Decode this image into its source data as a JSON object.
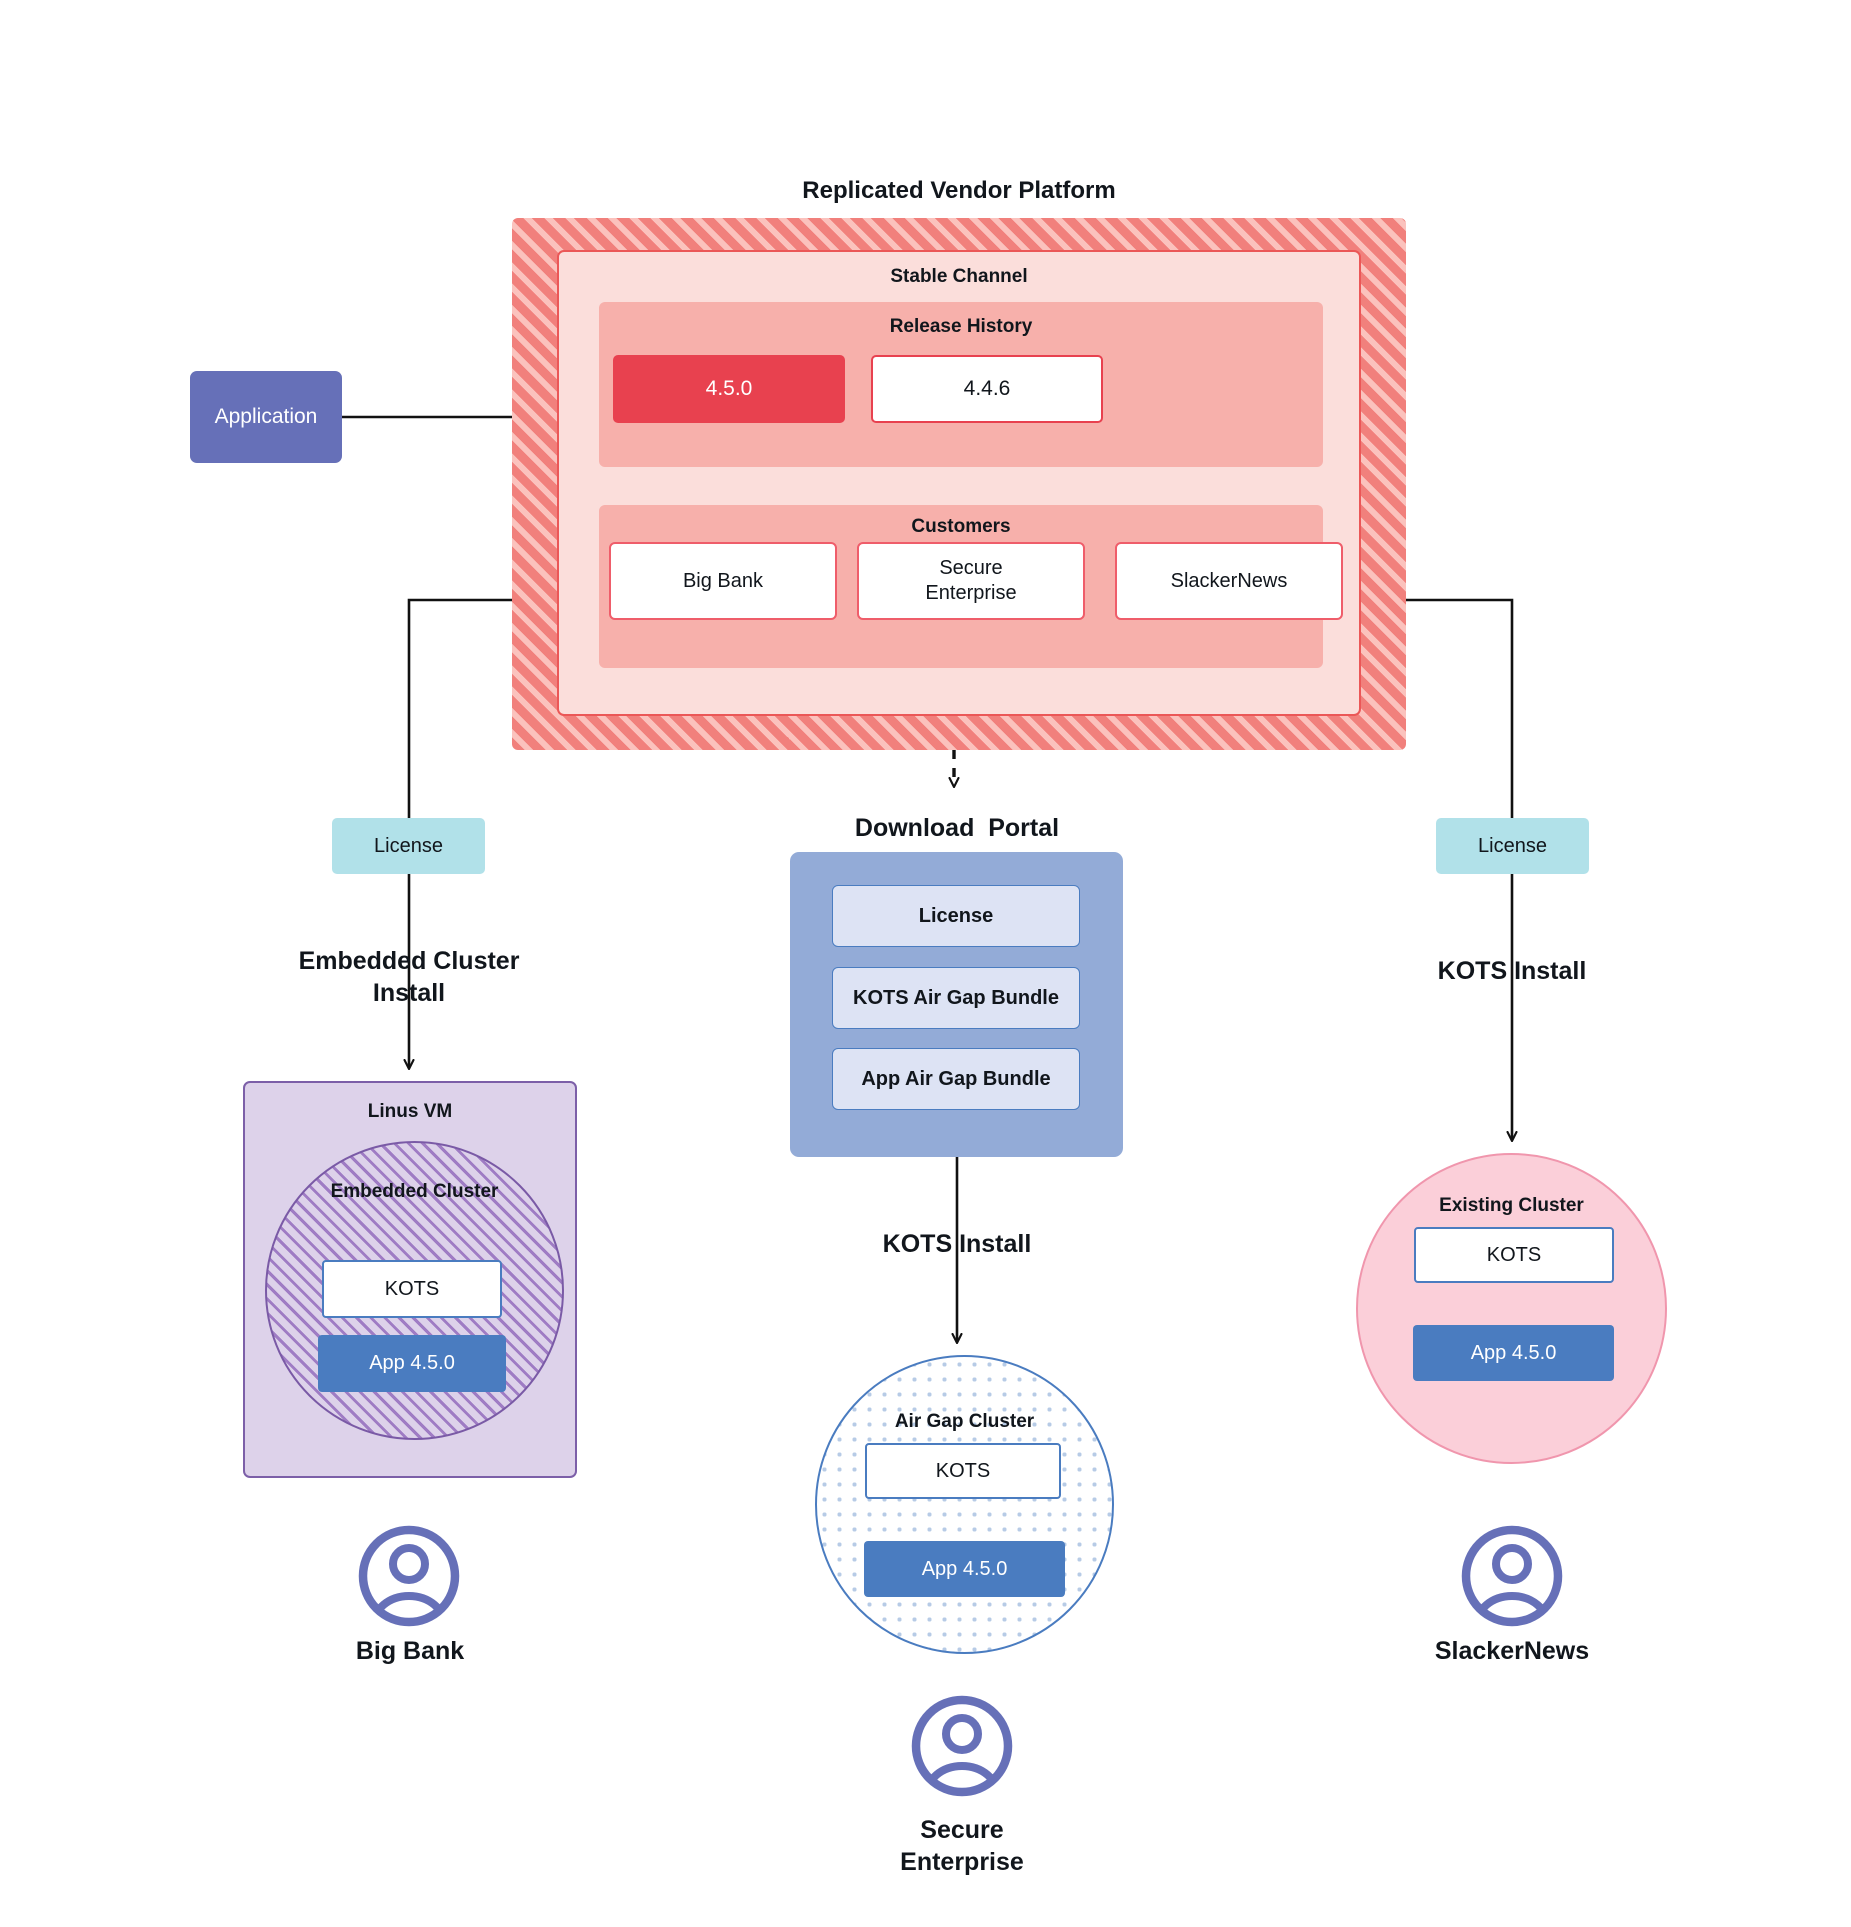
{
  "diagram": {
    "title": "Replicated Vendor Platform"
  },
  "application": {
    "label": "Application"
  },
  "vendor_platform": {
    "stable_channel": {
      "label": "Stable Channel",
      "release_history": {
        "label": "Release History",
        "releases": [
          {
            "version": "4.5.0",
            "state": "active"
          },
          {
            "version": "4.4.6",
            "state": "previous"
          }
        ]
      },
      "customers": {
        "label": "Customers",
        "items": [
          {
            "name": "Big Bank"
          },
          {
            "name": "Secure\nEnterprise"
          },
          {
            "name": "SlackerNews"
          }
        ]
      }
    }
  },
  "left_branch": {
    "license_label": "License",
    "install_label": "Embedded Cluster\nInstall",
    "vm": {
      "label": "Linus VM",
      "cluster_label": "Embedded Cluster",
      "kots_label": "KOTS",
      "app_label": "App 4.5.0"
    },
    "customer_label": "Big Bank",
    "avatar_icon": "user-avatar-icon"
  },
  "center_branch": {
    "portal_label": "Download  Portal",
    "portal_items": [
      {
        "label": "License"
      },
      {
        "label": "KOTS Air Gap Bundle"
      },
      {
        "label": "App Air Gap Bundle"
      }
    ],
    "install_label": "KOTS Install",
    "cluster": {
      "label": "Air Gap Cluster",
      "kots_label": "KOTS",
      "app_label": "App 4.5.0"
    },
    "customer_label": "Secure\nEnterprise",
    "avatar_icon": "user-avatar-icon"
  },
  "right_branch": {
    "license_label": "License",
    "install_label": "KOTS Install",
    "cluster": {
      "label": "Existing Cluster",
      "kots_label": "KOTS",
      "app_label": "App 4.5.0"
    },
    "customer_label": "SlackerNews",
    "avatar_icon": "user-avatar-icon"
  },
  "colors": {
    "platform_hatch": "#f1807c",
    "channel_bg": "#fbdedb",
    "panel_bg": "#f7b0ab",
    "release_active": "#e8414f",
    "application": "#6670b8",
    "license": "#b1e1e9",
    "portal": "#93abd7",
    "app_blue": "#4a7cc0",
    "vm_purple": "#ddd2ea",
    "existing_pink": "#fbcfd9"
  }
}
